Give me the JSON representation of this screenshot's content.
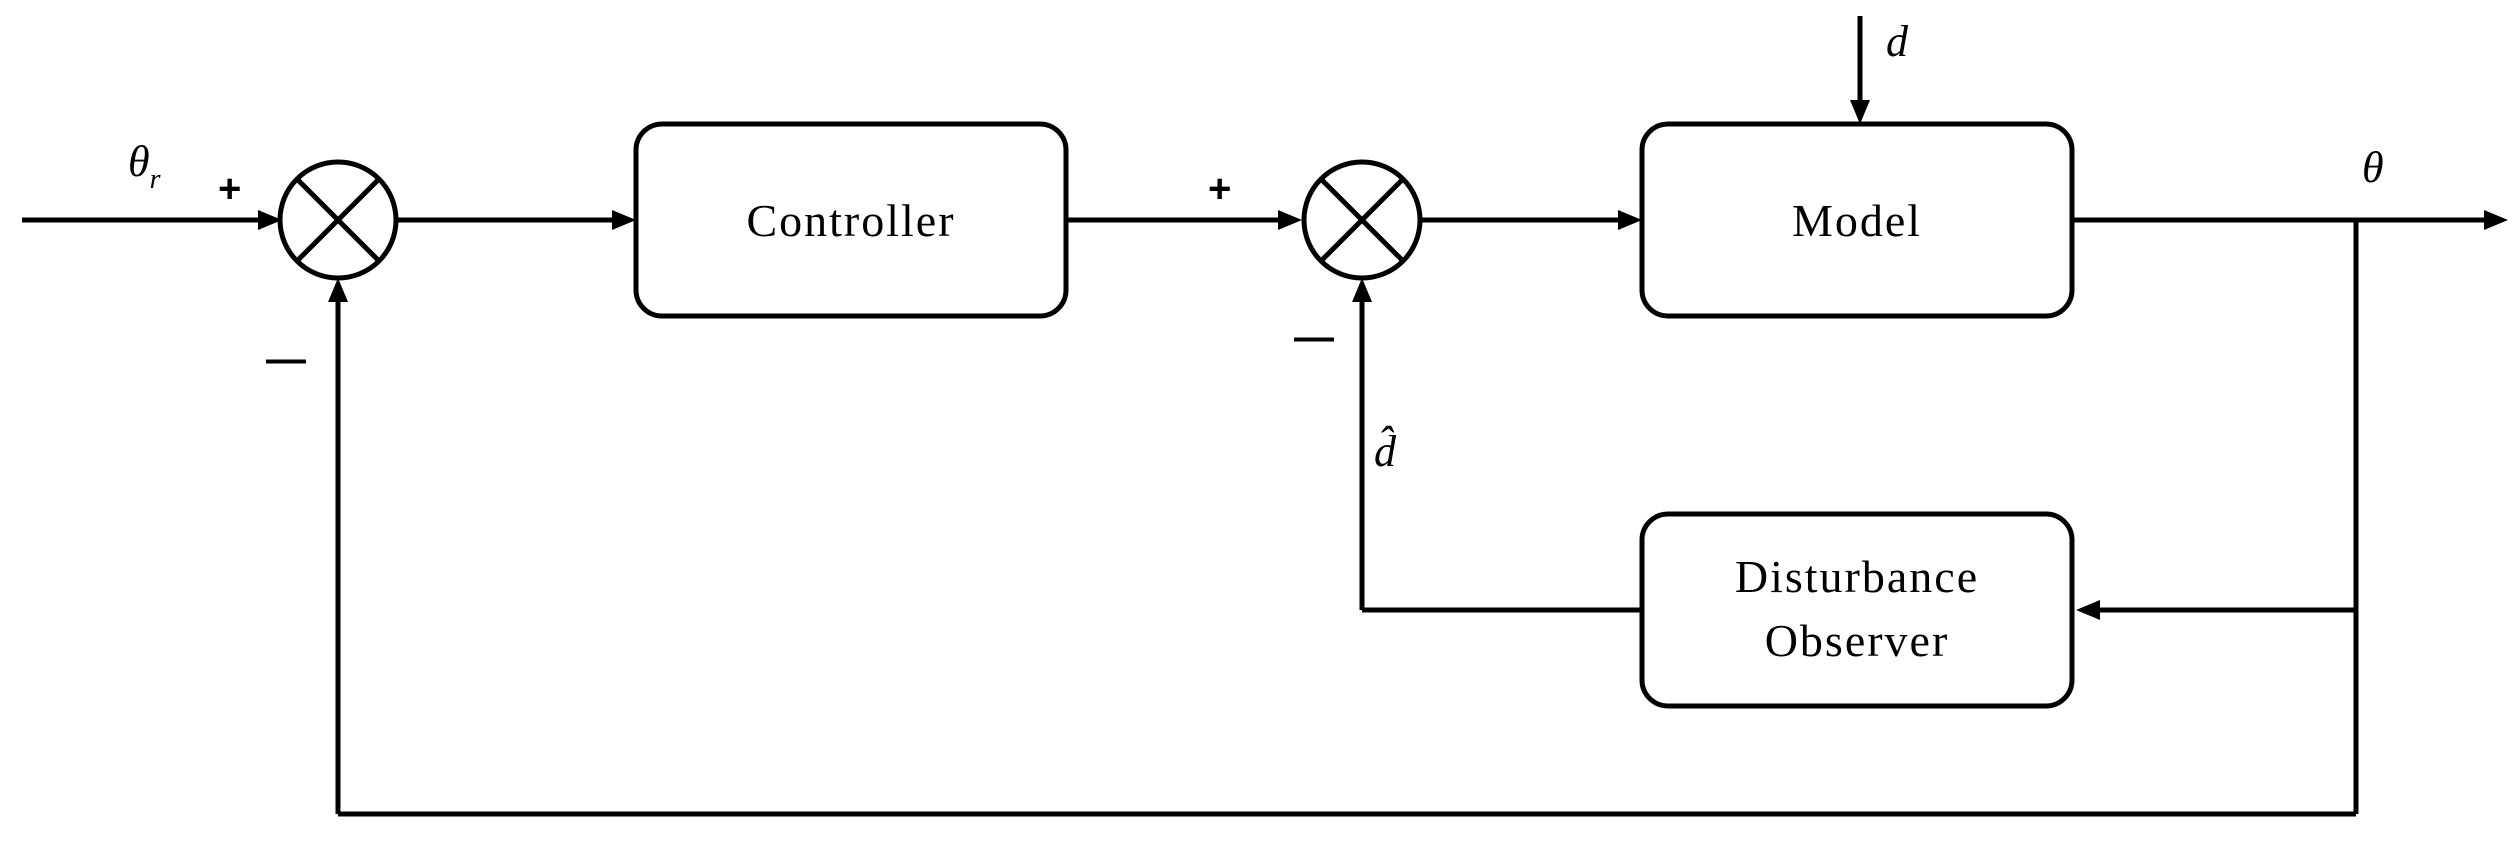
{
  "blocks": {
    "controller": "Controller",
    "model": "Model",
    "observer_line1": "Disturbance",
    "observer_line2": "Observer"
  },
  "signals": {
    "reference": "θ",
    "reference_subscript": "r",
    "output": "θ",
    "disturbance": "d",
    "disturbance_estimate": "d̂"
  },
  "signs": {
    "sum1_plus": "+",
    "sum1_minus": "—",
    "sum2_plus": "+",
    "sum2_minus": "—"
  },
  "colors": {
    "line": "#000000",
    "background": "#ffffff",
    "minus_sign": "#d46a1c"
  }
}
